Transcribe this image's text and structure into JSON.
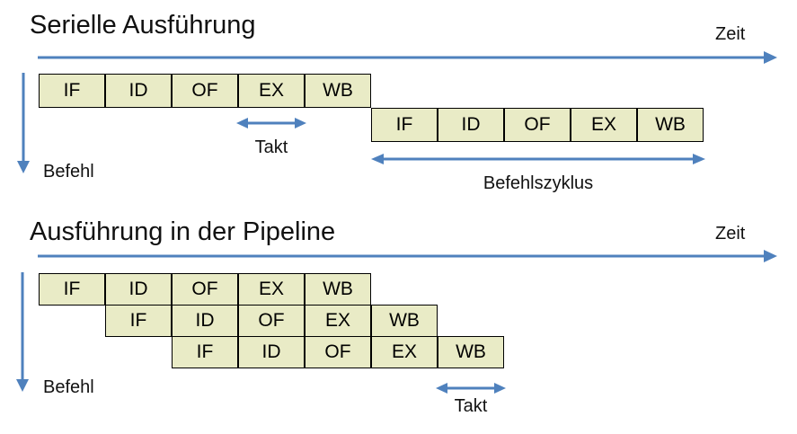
{
  "colors": {
    "arrow": "#4F81BD",
    "box-fill": "#E9EBC6",
    "box-border": "#000000"
  },
  "serial": {
    "title": "Serielle Ausführung",
    "zeit_label": "Zeit",
    "befehl_label": "Befehl",
    "takt_label": "Takt",
    "befehlszyklus_label": "Befehlszyklus",
    "row1": [
      "IF",
      "ID",
      "OF",
      "EX",
      "WB"
    ],
    "row2": [
      "IF",
      "ID",
      "OF",
      "EX",
      "WB"
    ]
  },
  "pipeline": {
    "title": "Ausführung in der Pipeline",
    "zeit_label": "Zeit",
    "befehl_label": "Befehl",
    "takt_label": "Takt",
    "rows": [
      [
        "IF",
        "ID",
        "OF",
        "EX",
        "WB"
      ],
      [
        "IF",
        "ID",
        "OF",
        "EX",
        "WB"
      ],
      [
        "IF",
        "ID",
        "OF",
        "EX",
        "WB"
      ]
    ]
  }
}
